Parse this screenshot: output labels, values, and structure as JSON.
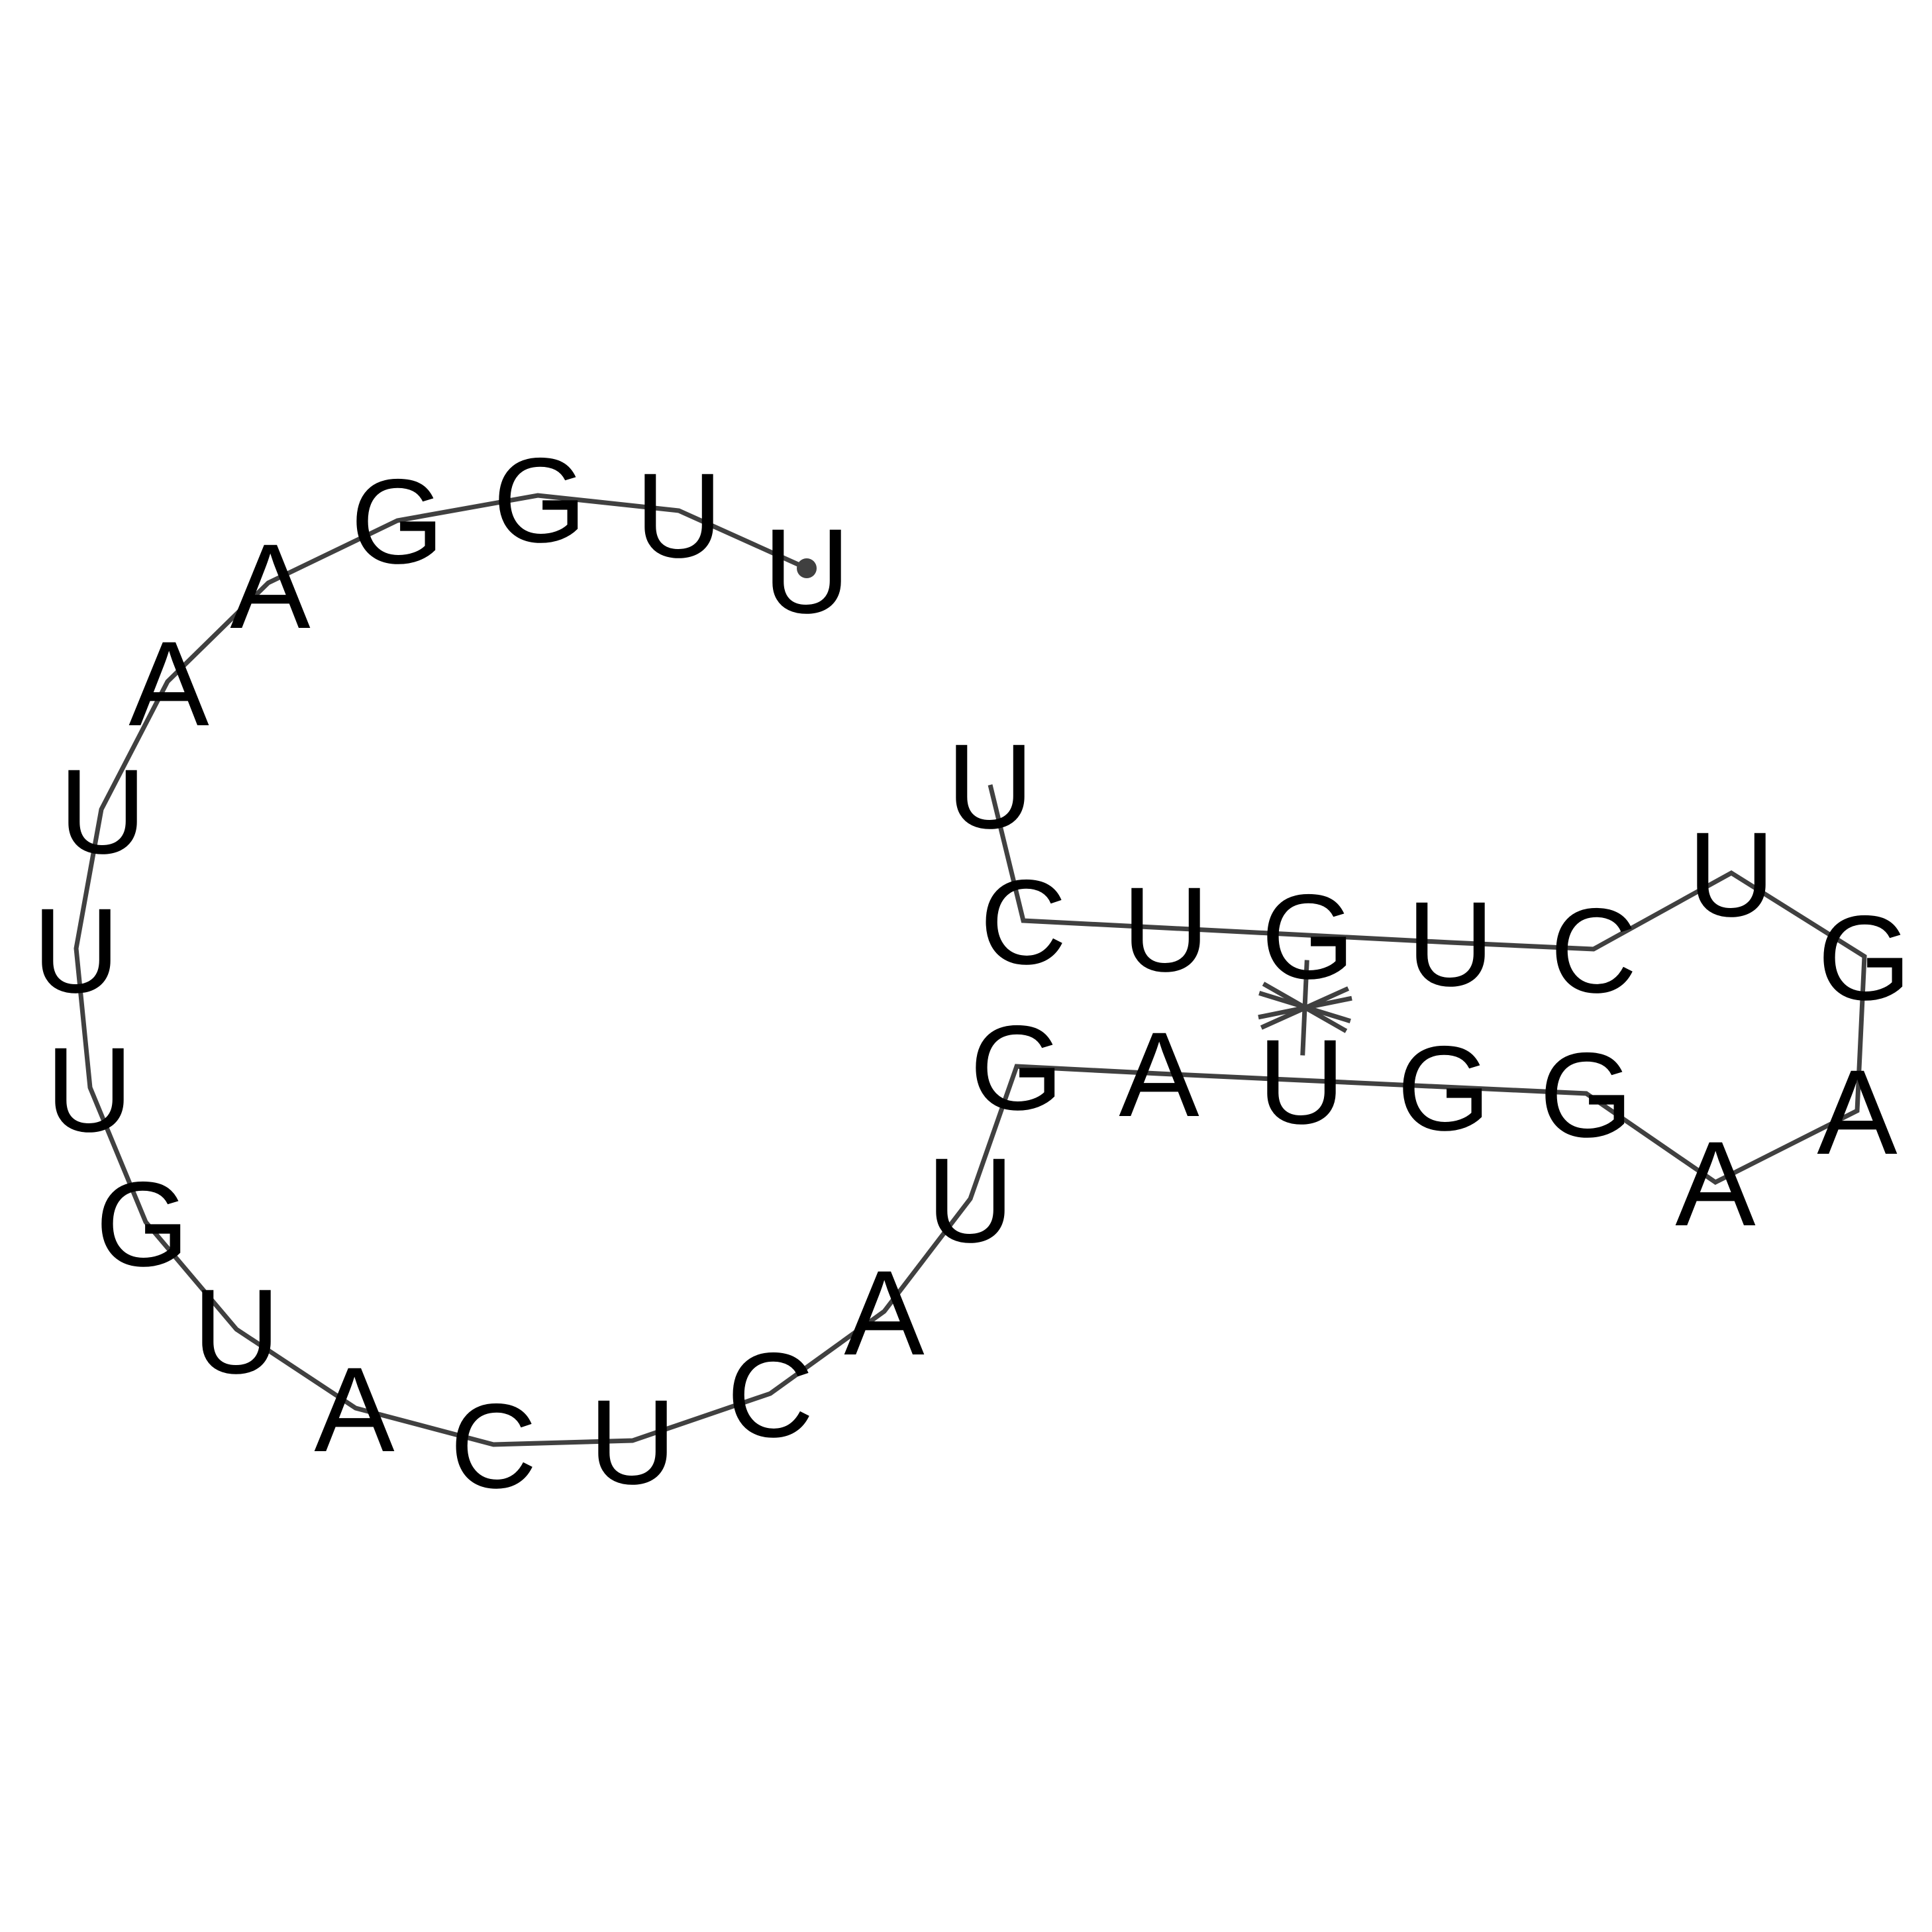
{
  "diagram": {
    "sequence": [
      "U",
      "U",
      "G",
      "G",
      "A",
      "A",
      "U",
      "U",
      "U",
      "G",
      "U",
      "A",
      "C",
      "U",
      "C",
      "A",
      "U",
      "G",
      "A",
      "U",
      "G",
      "G",
      "A",
      "A",
      "G",
      "U",
      "C",
      "U",
      "G",
      "U",
      "C",
      "U"
    ],
    "pairs": [
      [
        17,
        26
      ],
      [
        18,
        27
      ],
      [
        19,
        28
      ],
      [
        20,
        29
      ],
      [
        21,
        30
      ]
    ],
    "colors": {
      "paired_highlight": "#aa0000",
      "backbone": "#404040",
      "letters": "#000000",
      "background": "#ffffff"
    }
  }
}
